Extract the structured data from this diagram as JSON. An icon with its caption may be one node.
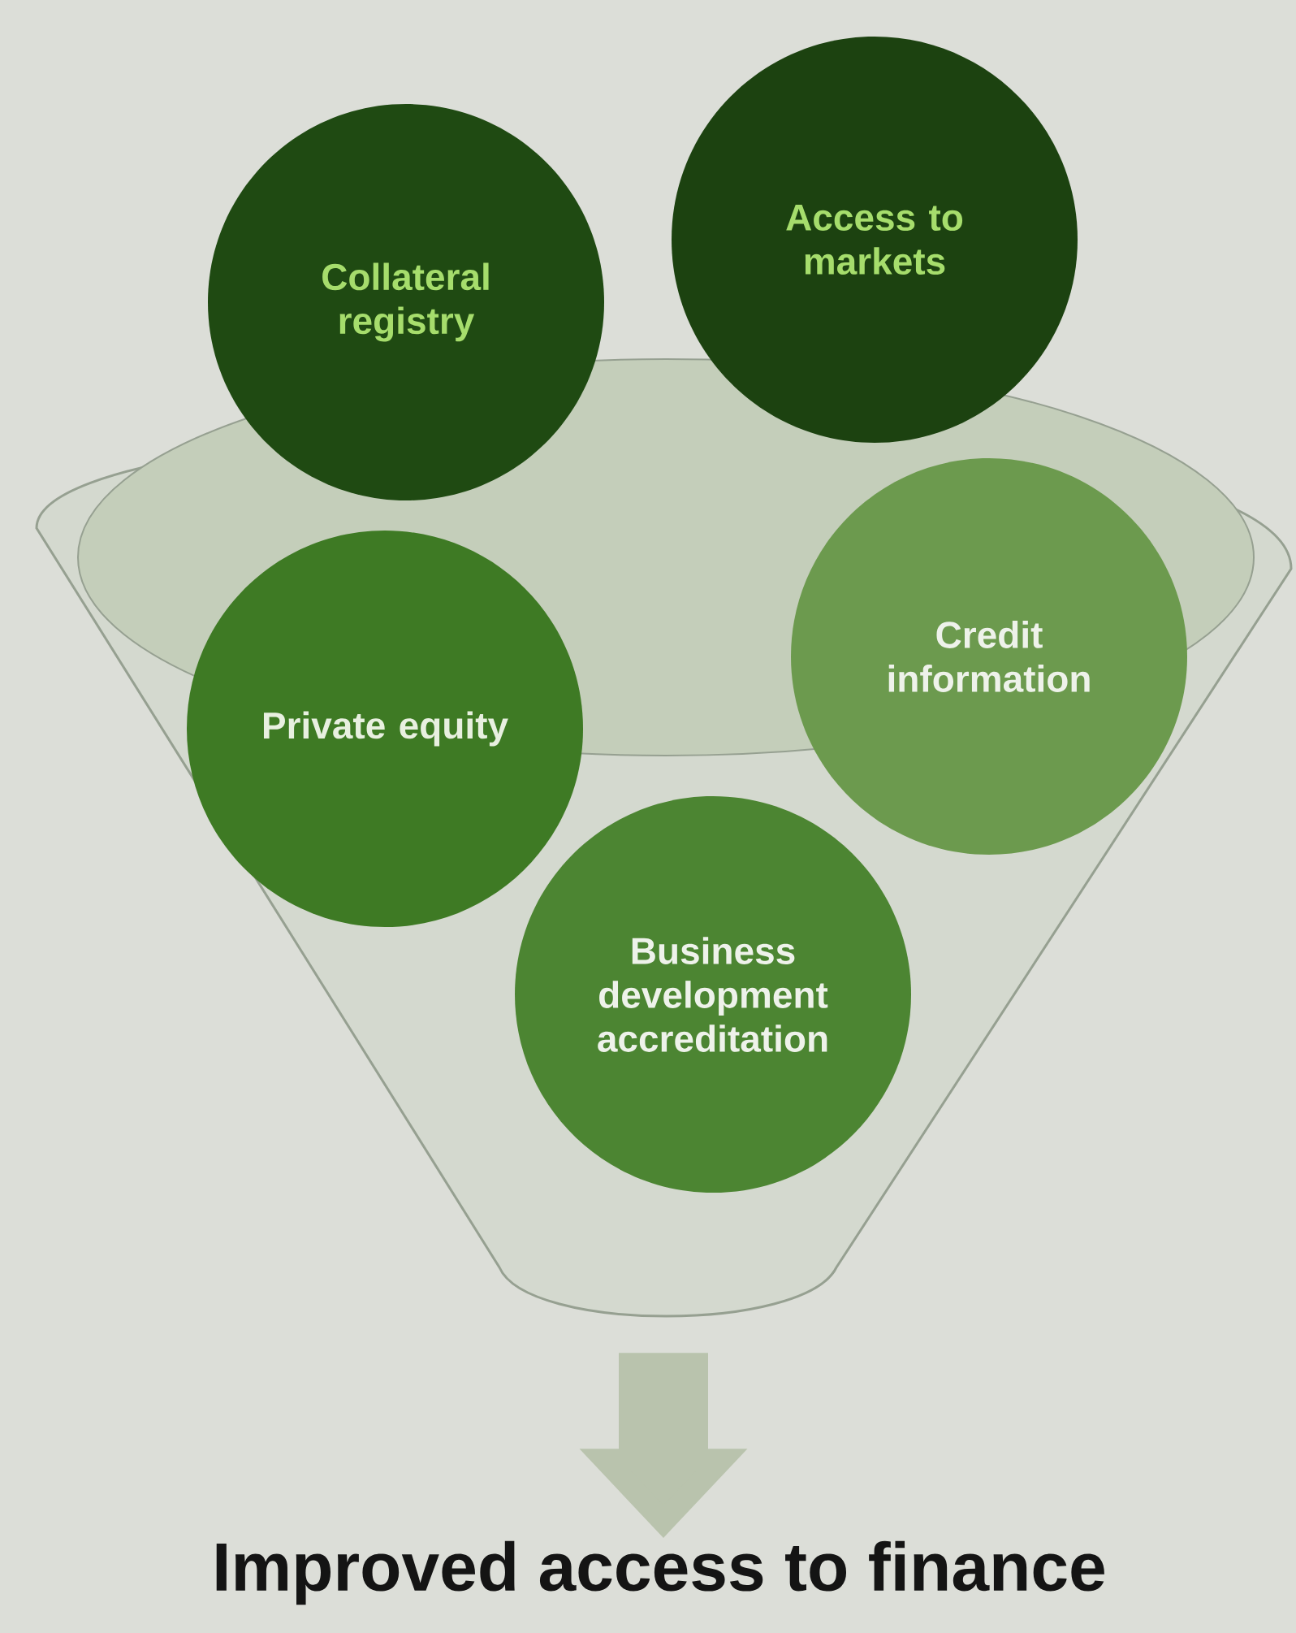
{
  "diagram": {
    "nodes": [
      {
        "text": [],
        "shape": "funnel"
      },
      {
        "text": [
          "Collateral registry"
        ]
      },
      {
        "text": [
          "Access to markets"
        ]
      },
      {
        "text": [
          "Private equity"
        ],
        "in": 0
      },
      {
        "text": [
          "Credit information"
        ],
        "in": 0
      },
      {
        "text": [
          "Business development accreditation"
        ],
        "in": 0
      },
      {
        "text": [
          "Improved access to finance"
        ]
      }
    ],
    "edges": [
      {
        "from": 0,
        "to": 6,
        "arrow": "to",
        "color": "#b9c3ad"
      }
    ]
  }
}
